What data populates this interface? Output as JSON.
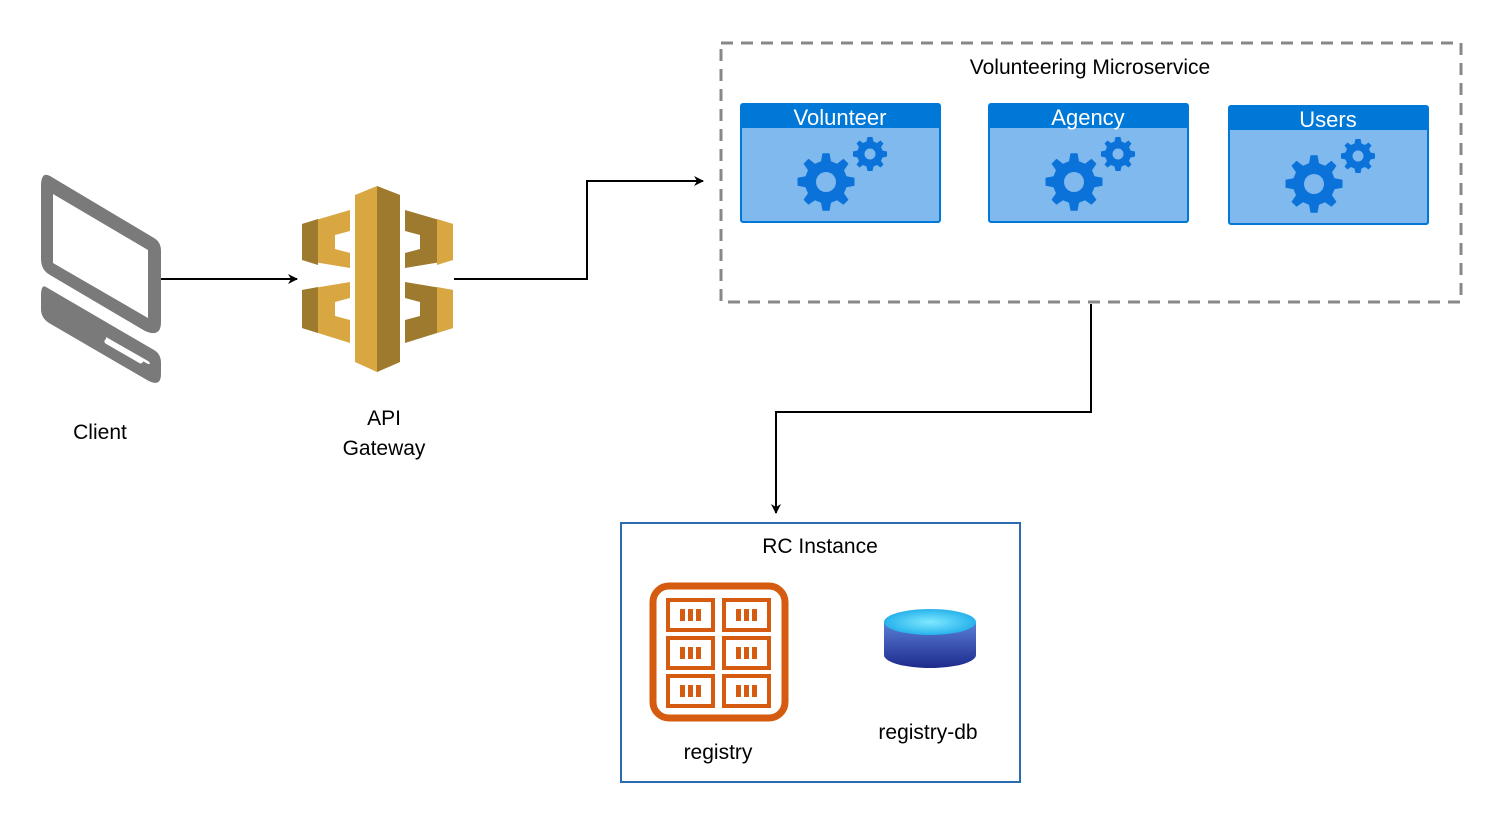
{
  "client": {
    "label": "Client"
  },
  "gateway": {
    "label_line1": "API",
    "label_line2": "Gateway"
  },
  "microservice": {
    "title": "Volunteering Microservice",
    "services": [
      {
        "name": "Volunteer"
      },
      {
        "name": "Agency"
      },
      {
        "name": "Users"
      }
    ]
  },
  "rc_instance": {
    "title": "RC Instance",
    "registry_label": "registry",
    "db_label": "registry-db"
  },
  "colors": {
    "service_header": "#0078d7",
    "service_body": "#7fb9ee",
    "gear": "#0a72d9",
    "gateway_gold": "#d9a741",
    "gateway_dark": "#9d7a2e",
    "registry_orange": "#d45b0f",
    "rc_border": "#2b6cb0",
    "dashed_border": "#888888",
    "client_gray": "#7a7a7a"
  }
}
